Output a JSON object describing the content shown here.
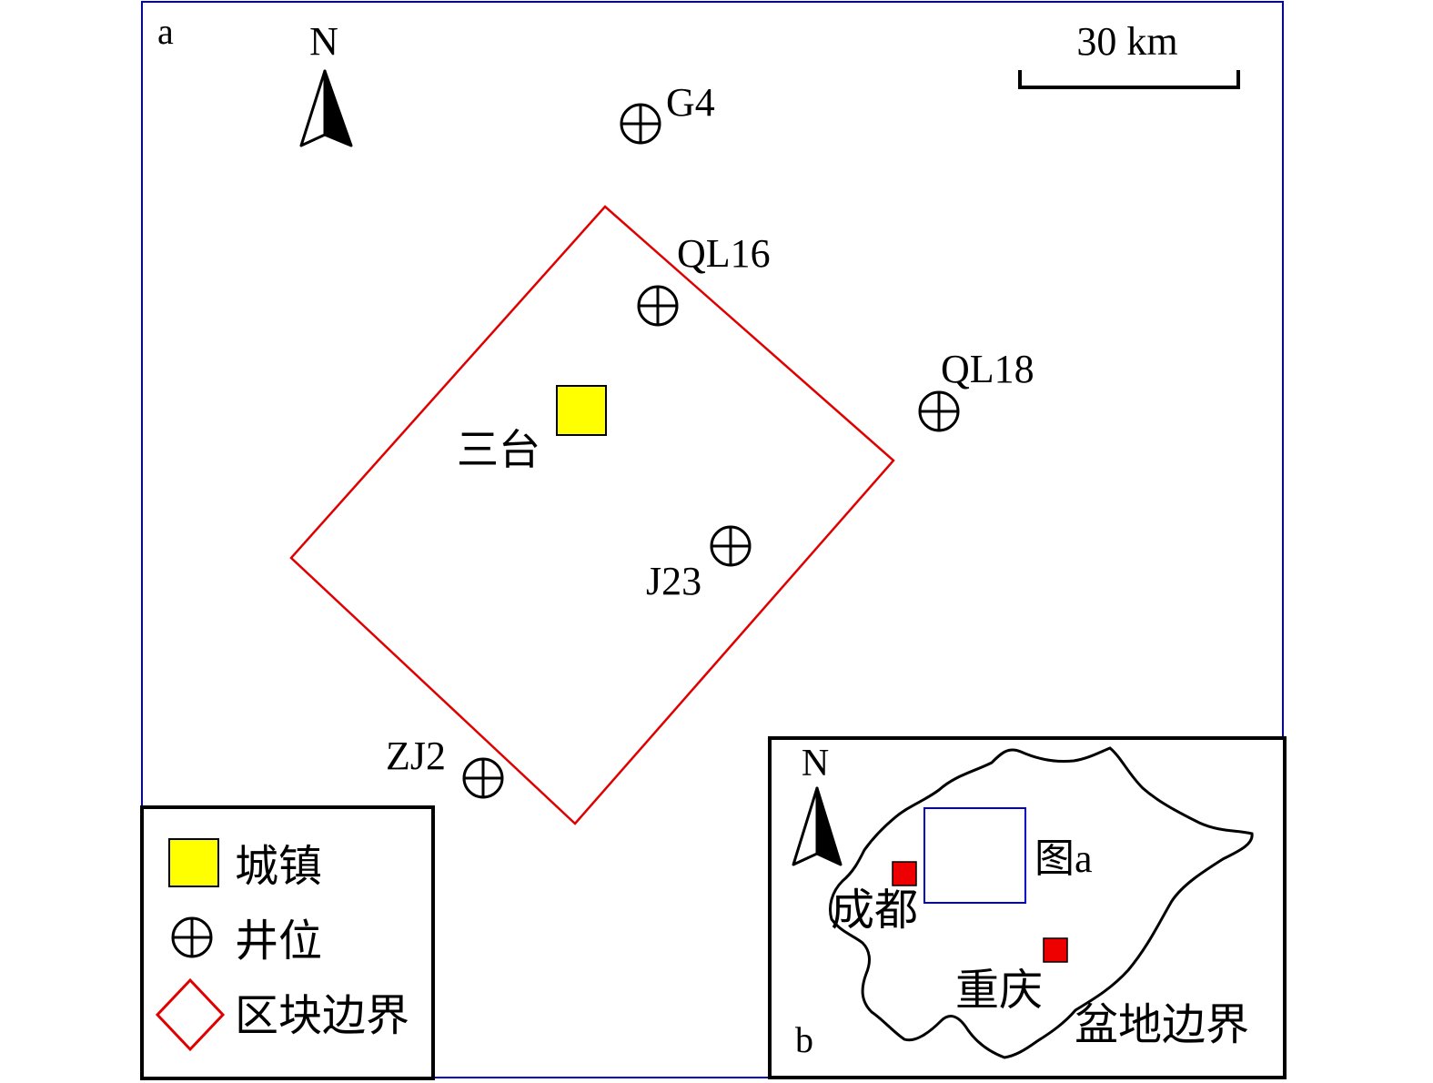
{
  "panel_a": {
    "label": "a",
    "north_label": "N",
    "scale_bar_label": "30 km",
    "town": {
      "name": "三台",
      "color": "#ffff00"
    },
    "block_boundary_color": "#e00000",
    "frame_color": "#0000cc",
    "wells": [
      {
        "id": "G4",
        "label": "G4"
      },
      {
        "id": "QL16",
        "label": "QL16"
      },
      {
        "id": "QL18",
        "label": "QL18"
      },
      {
        "id": "J23",
        "label": "J23"
      },
      {
        "id": "ZJ2",
        "label": "ZJ2"
      }
    ]
  },
  "legend": {
    "items": [
      {
        "symbol": "town-square-icon",
        "label": "城镇"
      },
      {
        "symbol": "well-icon",
        "label": "井位"
      },
      {
        "symbol": "block-boundary-icon",
        "label": "区块边界"
      }
    ]
  },
  "panel_b": {
    "label": "b",
    "north_label": "N",
    "map_a_label": "图a",
    "cities": [
      {
        "name": "成都",
        "color": "#ee0000"
      },
      {
        "name": "重庆",
        "color": "#ee0000"
      }
    ],
    "basin_boundary_label": "盆地边界"
  }
}
